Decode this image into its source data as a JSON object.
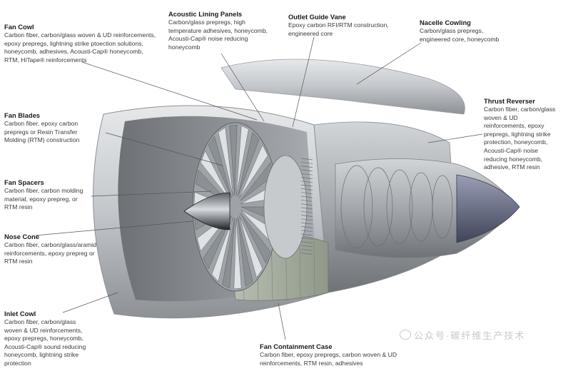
{
  "callouts": {
    "fan_cowl": {
      "title": "Fan Cowl",
      "desc": "Carbon fiber, carbon/glass woven & UD reinforcements,\nepoxy prepregs, lightning strike ptoection solutions,\nhoneycomb, adhesives, Acousti-Cap® honeycomb,\nRTM, HiTape® reinforcements"
    },
    "acoustic_lining": {
      "title": "Acoustic Lining Panels",
      "desc": "Carbon/glass prepregs, high\ntemperature adhesives, honeycomb,\nAcousti-Cap® noise reducing\nhoneycomb"
    },
    "outlet_guide_vane": {
      "title": "Outlet Guide Vane",
      "desc": "Epoxy carbon RFI/RTM construction,\nengineered core"
    },
    "nacelle_cowling": {
      "title": "Nacelle Cowling",
      "desc": "Carbon/glass prepregs,\nengineered core, honeycomb"
    },
    "thrust_reverser": {
      "title": "Thrust Reverser",
      "desc": "Carbon fiber, carbon/glass\nwoven & UD\nreinforcements, epoxy\nprepregs, lightning strike\nprotection, honeycomb,\nAcousti-Cap® noise\nreducing honeycomb,\nadhesive, RTM resin"
    },
    "fan_blades": {
      "title": "Fan Blades",
      "desc": "Carbon fiber, epoxy carbon\nprepregs or Resin Transfer\nMolding (RTM) construction"
    },
    "fan_spacers": {
      "title": "Fan Spacers",
      "desc": "Carbon fiber, carbon molding\nmaterial, epoxy prepreg, or\nRTM resin"
    },
    "nose_cone": {
      "title": "Nose Cone",
      "desc": "Carbon fiber, carbon/glass/aramid\nreinforcements, epoxy prepreg or\nRTM resin"
    },
    "inlet_cowl": {
      "title": "Inlet Cowl",
      "desc": "Carbon fiber, carbon/glass\nwoven & UD reinforcements,\nepoxy prepregs, honeycomb,\nAcousti-Cap® sound reducing\nhoneycomb, lightning strike\nprotection"
    },
    "fan_containment_case": {
      "title": "Fan Containment Case",
      "desc": "Carbon fiber, epoxy prepregs, carbon woven & UD\nreinforcements, RTM resin, adhesives"
    }
  },
  "watermark": "公众号·碳纤维生产技术",
  "colors": {
    "shell": "#c9ccd0",
    "shell_dark": "#8e9297",
    "metal": "#b3b7bb",
    "line": "#555555"
  }
}
